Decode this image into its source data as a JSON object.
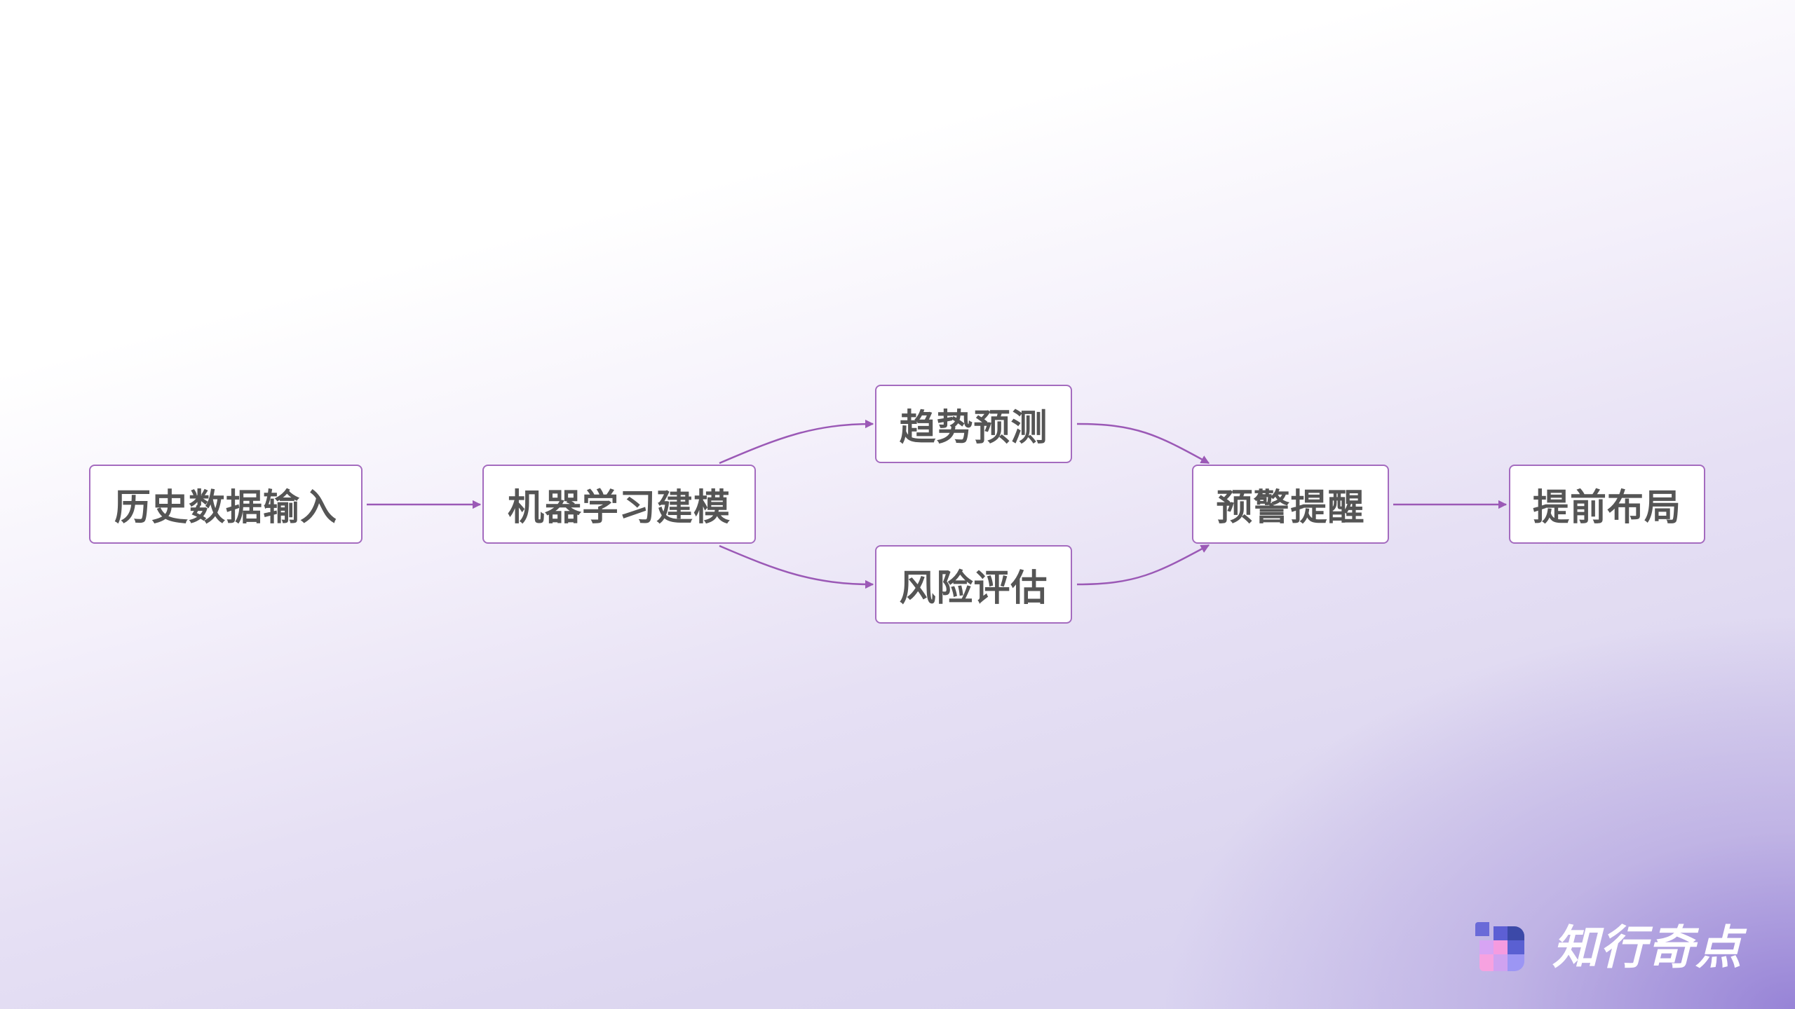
{
  "diagram": {
    "type": "flowchart",
    "direction": "left-to-right",
    "nodes": [
      {
        "id": "input",
        "label": "历史数据输入"
      },
      {
        "id": "ml",
        "label": "机器学习建模"
      },
      {
        "id": "trend",
        "label": "趋势预测"
      },
      {
        "id": "risk",
        "label": "风险评估"
      },
      {
        "id": "alert",
        "label": "预警提醒"
      },
      {
        "id": "plan",
        "label": "提前布局"
      }
    ],
    "edges": [
      {
        "from": "input",
        "to": "ml"
      },
      {
        "from": "ml",
        "to": "trend"
      },
      {
        "from": "ml",
        "to": "risk"
      },
      {
        "from": "trend",
        "to": "alert"
      },
      {
        "from": "risk",
        "to": "alert"
      },
      {
        "from": "alert",
        "to": "plan"
      }
    ]
  },
  "colors": {
    "node_border": "#a46bbf",
    "edge": "#9b59b6",
    "node_text": "#555555",
    "node_fill": "#ffffff"
  },
  "brand": {
    "name": "知行奇点",
    "icon": "brand-pixel-logo-icon"
  }
}
